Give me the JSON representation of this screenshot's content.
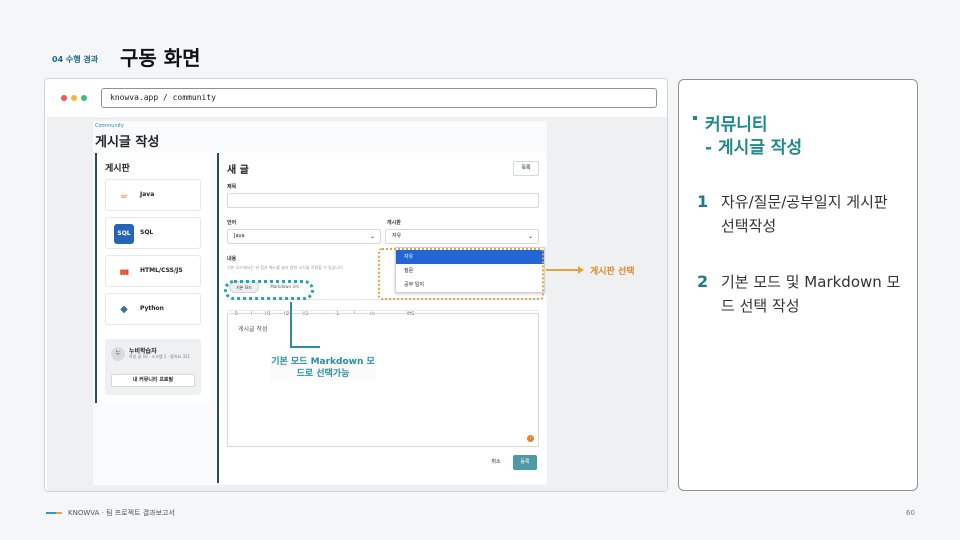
{
  "header": {
    "section_tag": "04 수행 경과",
    "title": "구동 화면"
  },
  "browser": {
    "url": "knowva.app / community"
  },
  "app": {
    "crumb": "Community",
    "title": "게시글 작성",
    "sidebar": {
      "heading": "게시판",
      "items": [
        {
          "label": "Java",
          "icon": "java-icon"
        },
        {
          "label": "SQL",
          "icon": "sql-icon"
        },
        {
          "label": "HTML/CSS/JS",
          "icon": "html-css-js-icon"
        },
        {
          "label": "Python",
          "icon": "python-icon"
        }
      ],
      "user": {
        "avatar": "누",
        "name": "누비학습자",
        "stats": "작성 글 10 · 스크랩 1 · 좋아요 311",
        "profile_button": "내 커뮤니티 프로필"
      }
    },
    "editor": {
      "heading": "새 글",
      "list_button": "목록",
      "title_label": "제목",
      "language_label": "언어",
      "language_value": "Java",
      "board_label": "게시판",
      "board_value": "자유",
      "board_options": [
        "자유",
        "질문",
        "공부 일지"
      ],
      "content_label": "내용",
      "content_hint": "기본 모드에서는 위 옵션 메뉴를 눌러 원한 서식을 적용할 수 있습니다",
      "mode_basic": "기본 모드",
      "mode_markdown": "Markdown 모드",
      "toolbar": [
        "B",
        "I",
        "H1",
        "H2",
        "H3",
        "•",
        "1.",
        "\"",
        "</>",
        "—",
        "IMG"
      ],
      "placeholder": "게시글 작성",
      "cancel": "취소",
      "submit": "등록"
    }
  },
  "annotations": {
    "board_select": "게시판 선택",
    "mode_select": "기본 모드 Markdown 모드로 선택가능"
  },
  "panel": {
    "heading_line1": "커뮤니티",
    "heading_line2": "- 게시글 작성",
    "points": [
      {
        "num": "1",
        "text": "자유/질문/공부일지 게시판 선택작성"
      },
      {
        "num": "2",
        "text": "기본 모드 및 Markdown 모드 선택 작성"
      }
    ]
  },
  "footer": {
    "text": "KNOWVA · 팀 프로젝트 결과보고서",
    "page": "60"
  }
}
